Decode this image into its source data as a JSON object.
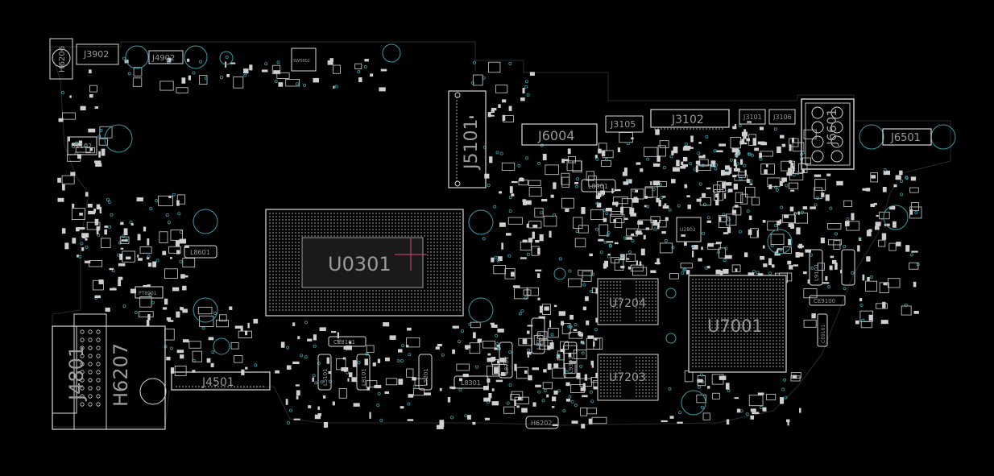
{
  "colors": {
    "background": "#000000",
    "outline": "#d8d8d8",
    "silkscreen": "#9a9a9a",
    "via": "#3a9aa6",
    "marker": "#ff4a8a"
  },
  "labels": {
    "u0301": "U0301",
    "u7001": "U7001",
    "u7204": "U7204",
    "u7203": "U7203",
    "j5101": "J5101",
    "j6004": "J6004",
    "j3102": "J3102",
    "j3105": "J3105",
    "j3101": "J3101",
    "j3106": "J3106",
    "j6501": "J6501",
    "j4501": "J4501",
    "j4801": "J4801",
    "h6207": "H6207",
    "j3902": "J3902",
    "j4902": "J4902",
    "h6206": "H6206",
    "l8601": "L8601",
    "l8901": "L8901",
    "l8301": "L8301",
    "l8701": "L8701",
    "l9301": "L9301",
    "l9101": "L9101",
    "l8101": "L8101",
    "l5101": "L5101",
    "l5201": "L5201",
    "l8702": "L8702",
    "ce8101": "CE8101",
    "ce9100": "CE9100",
    "ce9101": "CE9101",
    "u1102": "U1102",
    "u2802": "U2802",
    "h6202": "H6202",
    "sw5802": "SW5802",
    "j6601": "J6601",
    "pt8901": "PT8901"
  }
}
